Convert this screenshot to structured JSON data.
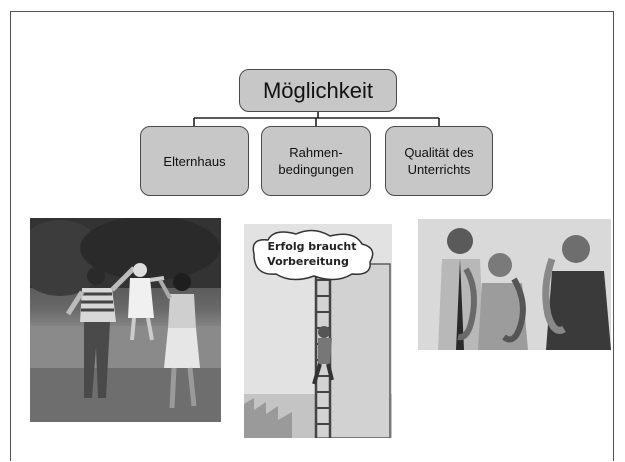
{
  "diagram": {
    "root": "Möglichkeit",
    "children": [
      "Elternhaus",
      "Rahmen-\nbedingungen",
      "Qualität des\nUnterrichts"
    ]
  },
  "images": {
    "family": "family-walking-in-park-photo",
    "cartoon": {
      "name": "cartoon-man-climbing-ladder",
      "caption": "Erfolg braucht\nVorbereitung"
    },
    "music": "students-playing-saxophone-photo"
  },
  "colors": {
    "node_fill": "#c7c7c7",
    "node_border": "#4a4a4a",
    "line": "#222222"
  }
}
